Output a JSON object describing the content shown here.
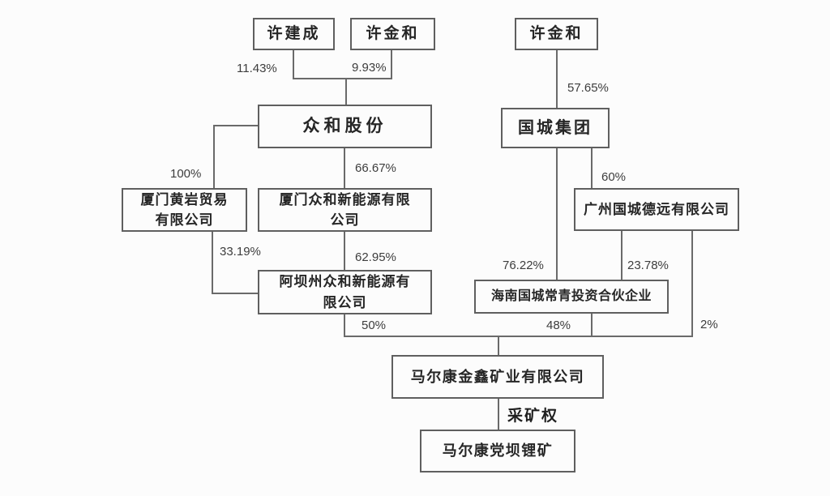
{
  "diagram_title": "equity-ownership-structure",
  "colors": {
    "background": "#fcfcfc",
    "line": "#6a6a6a",
    "border": "#5f5f5f",
    "text": "#262626"
  },
  "nodes": {
    "xu_jiancheng": "许建成",
    "xu_jinhe_a": "许金和",
    "xu_jinhe_b": "许金和",
    "zhonghe_gufen": "众和股份",
    "guocheng_jituan": "国城集团",
    "xiamen_huangyan": "厦门黄岩贸易\n有限公司",
    "xiamen_zhonghe_ne": "厦门众和新能源有限\n公司",
    "guangzhou_guocheng_deyuan": "广州国城德远有限公司",
    "abazhou_zhonghe_ne": "阿坝州众和新能源有\n限公司",
    "hainan_guocheng_changqing": "海南国城常青投资合伙企业",
    "maerkang_jinxin": "马尔康金鑫矿业有限公司",
    "maerkang_dangba": "马尔康党坝锂矿"
  },
  "ownership_labels": {
    "xu_jiancheng_to_zhonghe": "11.43%",
    "xu_jinhe_to_zhonghe": "9.93%",
    "xu_jinhe_to_guocheng": "57.65%",
    "zhonghe_to_huangyan": "100%",
    "zhonghe_to_xiamen_ne": "66.67%",
    "guocheng_to_guangzhou": "60%",
    "huangyan_to_abazhou": "33.19%",
    "xiamen_ne_to_abazhou": "62.95%",
    "guocheng_to_hainan": "76.22%",
    "guangzhou_to_hainan": "23.78%",
    "abazhou_to_jinxin": "50%",
    "hainan_to_jinxin": "48%",
    "guangzhou_to_jinxin": "2%",
    "jinxin_to_dangba": "采矿权"
  }
}
